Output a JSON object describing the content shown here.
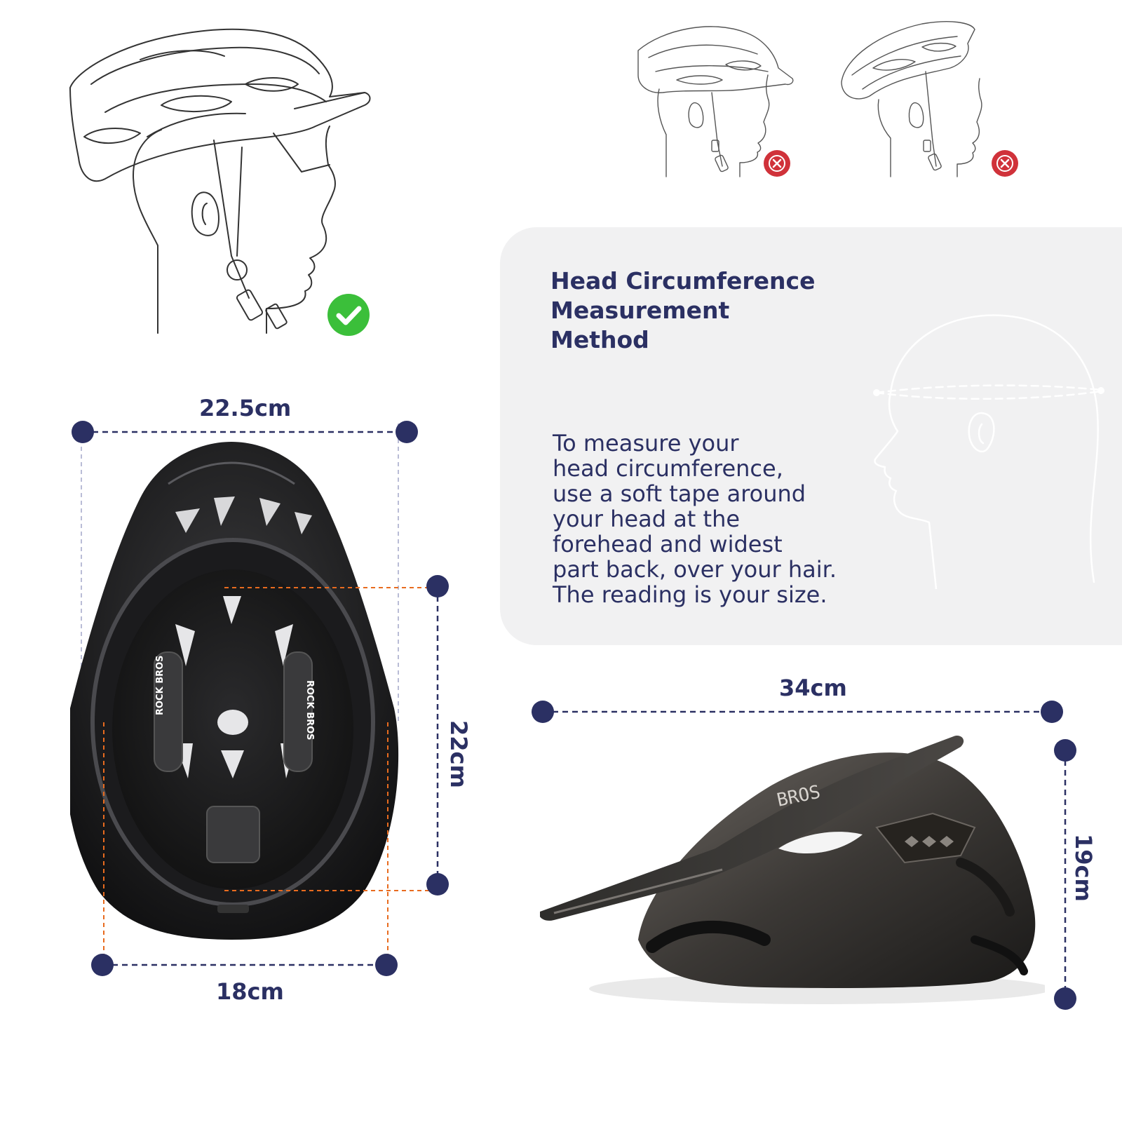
{
  "info": {
    "title_lines": [
      "Head Circumference",
      "Measurement",
      "Method"
    ],
    "body_lines": [
      "To measure your",
      "head circumference,",
      "use a soft tape around",
      "your head at the",
      "forehead and widest",
      "part back, over your hair.",
      "The reading is your size."
    ]
  },
  "dimensions": {
    "top_width": "22.5cm",
    "top_depth": "22cm",
    "top_bottom_width": "18cm",
    "side_length": "34cm",
    "side_height": "19cm"
  },
  "fit_guide": {
    "correct": "check-icon",
    "incorrect": [
      "x-icon",
      "x-icon"
    ]
  },
  "colors": {
    "navy": "#2b3063",
    "orange_guide": "#e86b1f",
    "correct_green": "#3bbf3a",
    "incorrect_red": "#d0323a",
    "panel_gray": "#f1f1f2"
  }
}
